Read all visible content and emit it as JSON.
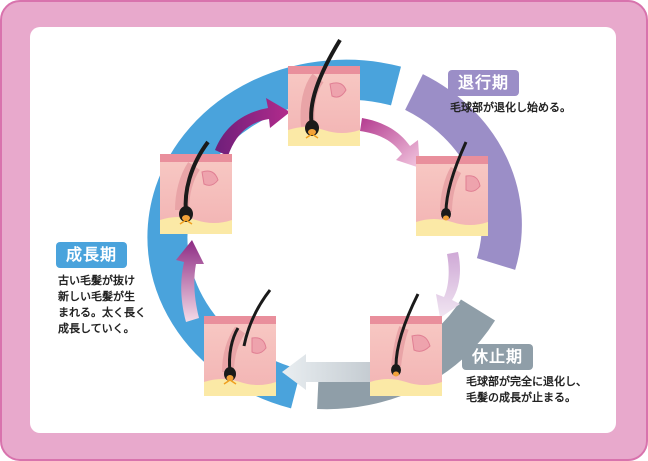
{
  "phases": {
    "regression": {
      "title": "退行期",
      "description": "毛球部が退化し始める。",
      "color": "#9b8ec7"
    },
    "growth": {
      "title": "成長期",
      "description": "古い毛髪が抜け\n新しい毛髪が生\nまれる。太く長く\n成長していく。",
      "color": "#4aa3dc"
    },
    "resting": {
      "title": "休止期",
      "description": "毛球部が完全に退化し、\n毛髪の成長が止まる。",
      "color": "#8f9ea8"
    }
  },
  "colors": {
    "background": "#e8a9cc",
    "skin": "#f6c3bf",
    "skin_top": "#e98f9c",
    "fat": "#fbe9a6",
    "hair": "#1a1a1a",
    "bulb": "#f2a23a"
  }
}
